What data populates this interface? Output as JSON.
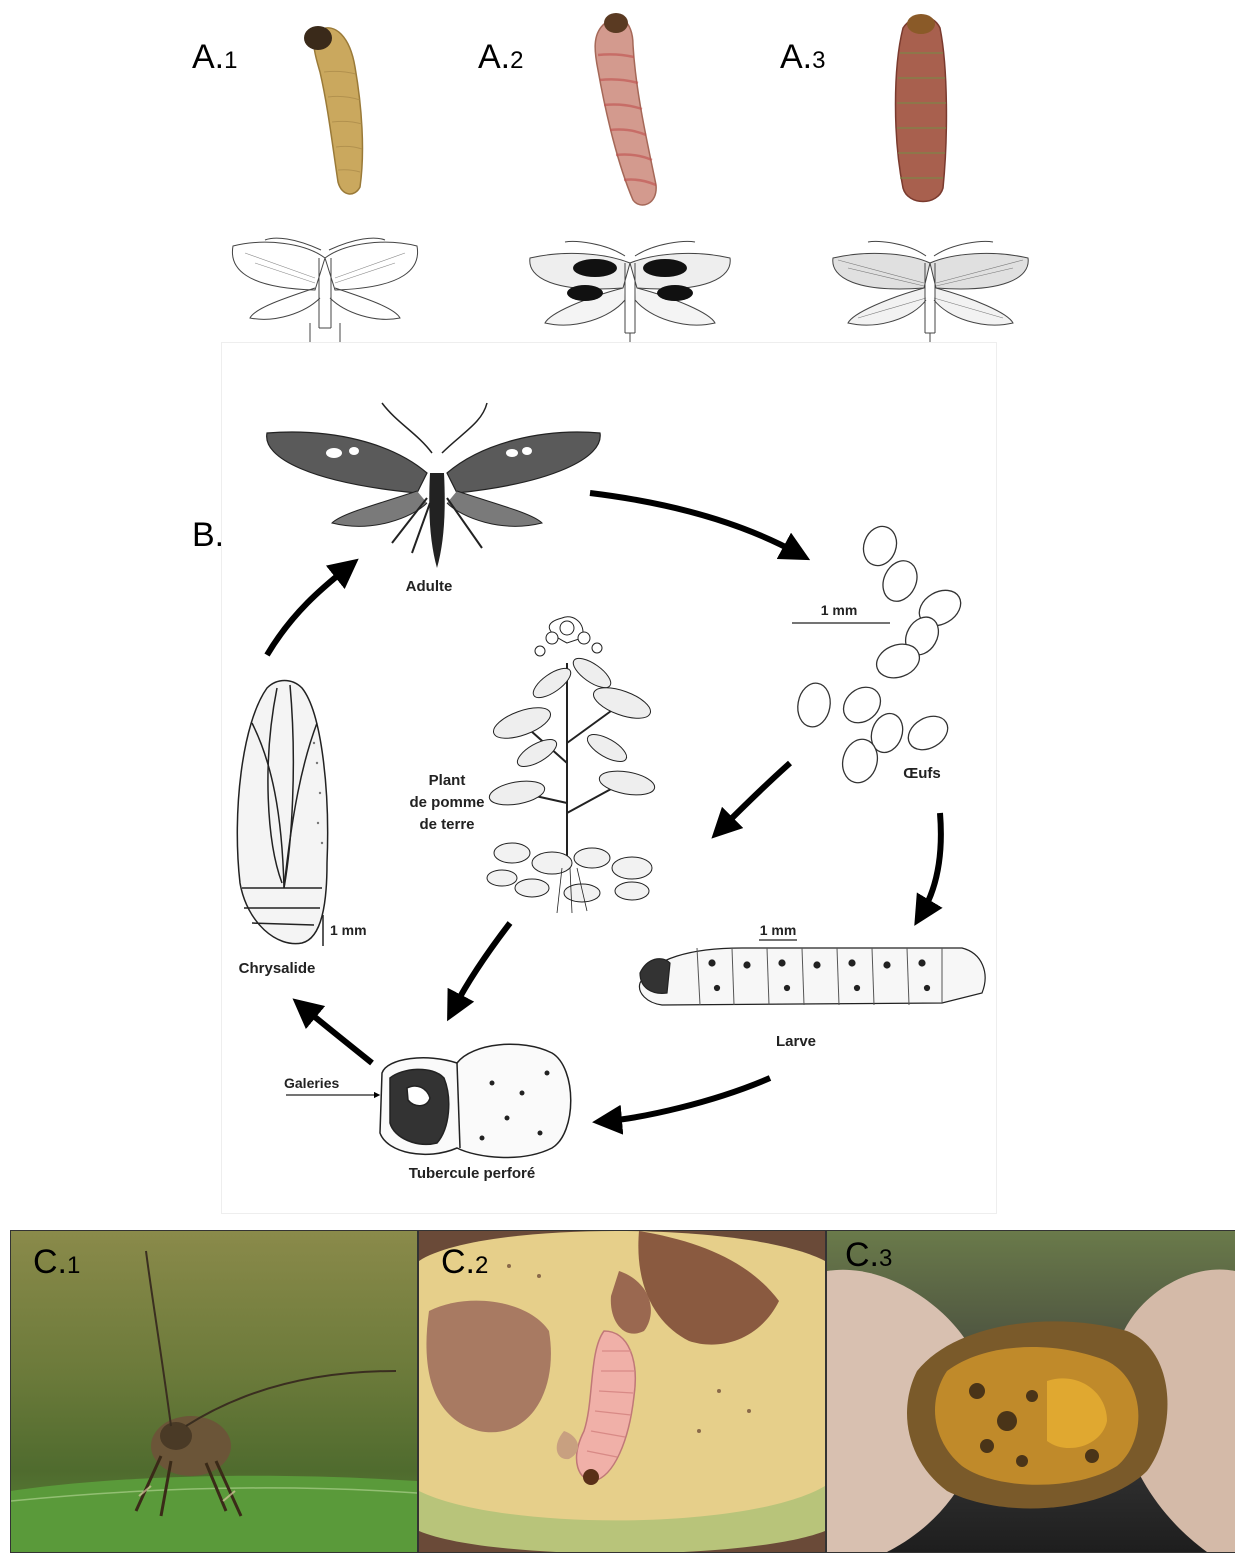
{
  "panel_a": {
    "items": [
      {
        "letter": "A.",
        "num": "1"
      },
      {
        "letter": "A.",
        "num": "2"
      },
      {
        "letter": "A.",
        "num": "3"
      }
    ]
  },
  "panel_b": {
    "label": "B.",
    "stages": {
      "adult": "Adulte",
      "eggs": "Œufs",
      "eggs_scale": "1 mm",
      "plant_l1": "Plant",
      "plant_l2": "de pomme",
      "plant_l3": "de terre",
      "larva": "Larve",
      "larva_scale": "1 mm",
      "pupa": "Chrysalide",
      "pupa_scale": "1 mm",
      "tuber": "Tubercule perforé",
      "galleries": "Galeries"
    }
  },
  "panel_c": {
    "items": [
      {
        "letter": "C.",
        "num": "1"
      },
      {
        "letter": "C.",
        "num": "2"
      },
      {
        "letter": "C.",
        "num": "3"
      }
    ]
  },
  "colors": {
    "larva_yellow": "#c9a65a",
    "larva_pink": "#c97a74",
    "larva_red": "#a85a4c",
    "leaf_green": "#5f8a3a",
    "tuber_yellow": "#e8d090"
  }
}
